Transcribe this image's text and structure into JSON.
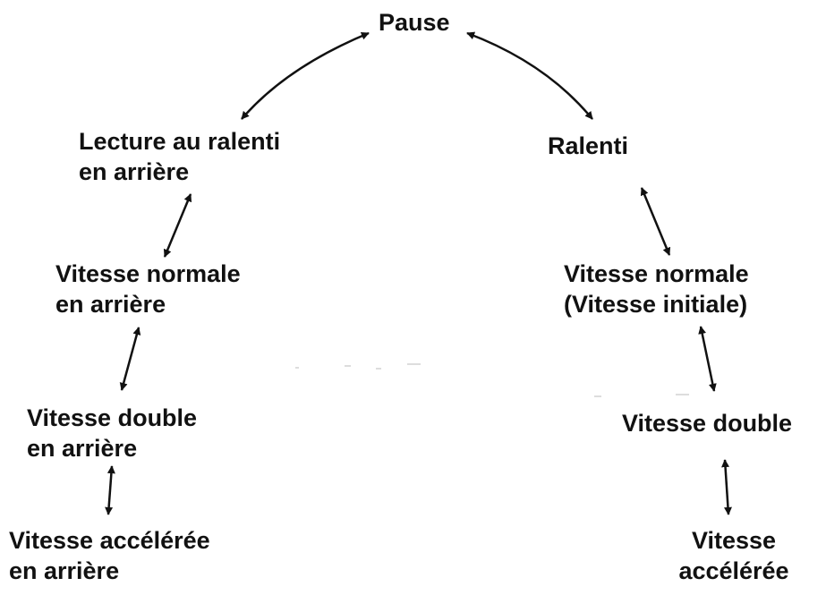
{
  "nodes": {
    "pause": {
      "lines": [
        "Pause"
      ]
    },
    "reverse_slow": {
      "lines": [
        "Lecture au ralenti",
        "en arrière"
      ]
    },
    "slow": {
      "lines": [
        "Ralenti"
      ]
    },
    "reverse_normal": {
      "lines": [
        "Vitesse normale",
        "en arrière"
      ]
    },
    "normal": {
      "lines": [
        "Vitesse normale",
        "(Vitesse initiale)"
      ]
    },
    "reverse_double": {
      "lines": [
        "Vitesse double",
        "en arrière"
      ]
    },
    "double": {
      "lines": [
        "Vitesse double"
      ]
    },
    "reverse_fast": {
      "lines": [
        "Vitesse accélérée",
        "en arrière"
      ]
    },
    "fast": {
      "lines": [
        "Vitesse",
        "accélérée"
      ]
    }
  },
  "colors": {
    "text": "#111111",
    "arrow": "#111111",
    "background": "#ffffff"
  }
}
